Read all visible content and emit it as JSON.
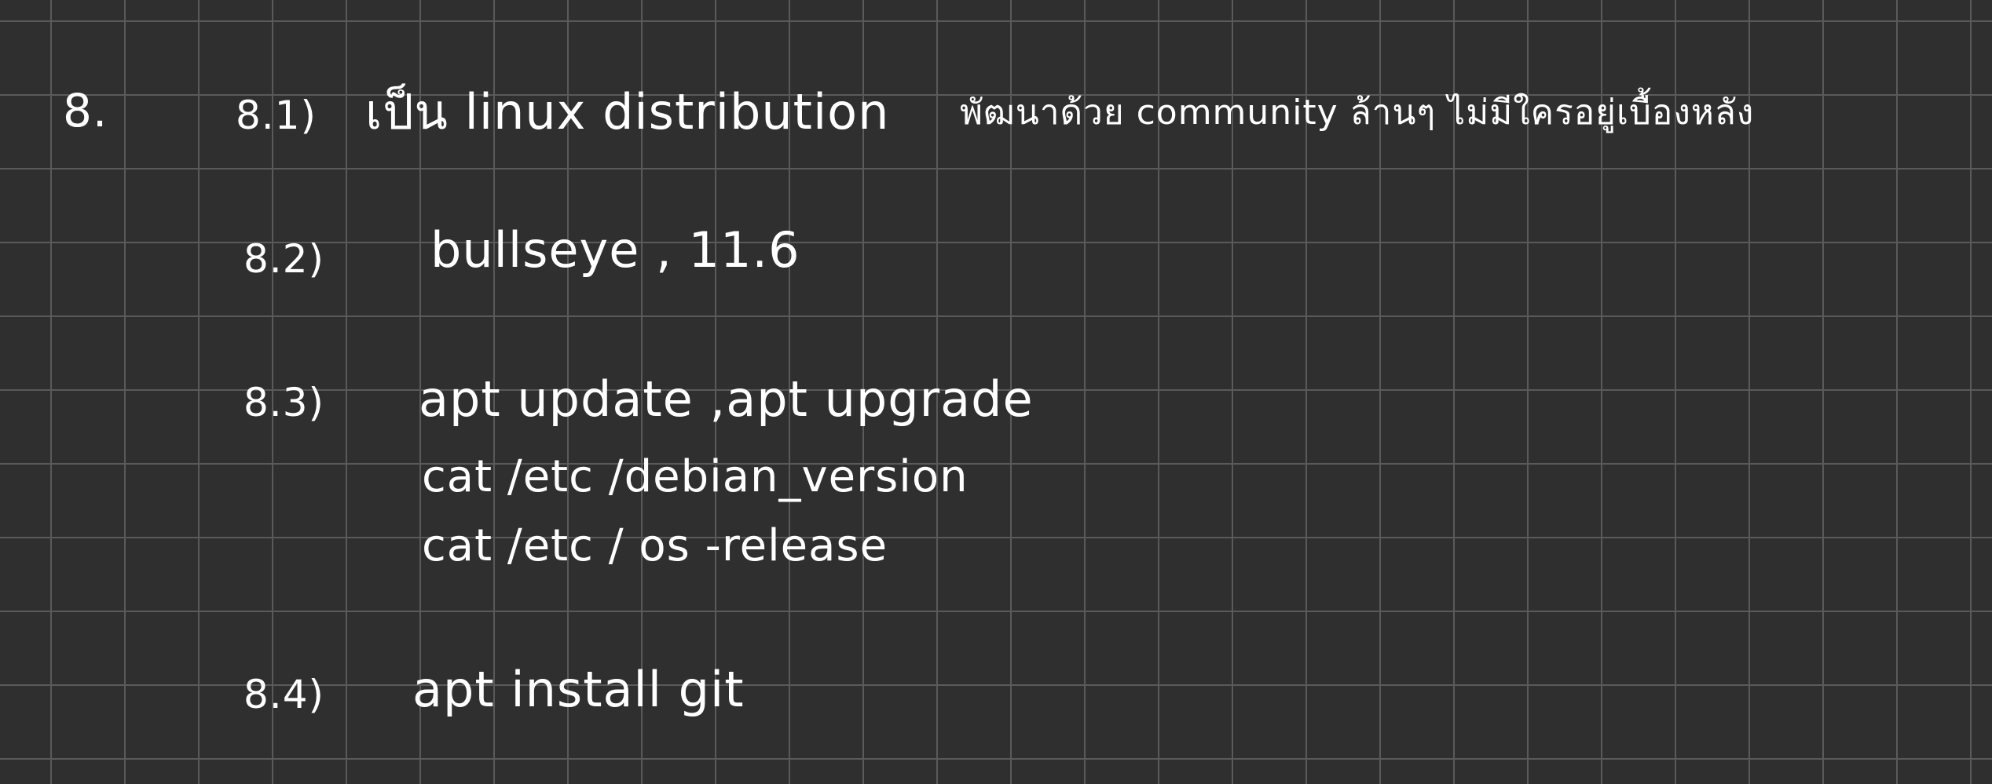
{
  "section": {
    "number": "8."
  },
  "items": [
    {
      "label": "8.1)",
      "text": "เป็น linux distribution",
      "text2": "พัฒนาด้วย community ล้านๆ ไม่มีใครอยู่เบื้องหลัง"
    },
    {
      "label": "8.2)",
      "text": "bullseye , 11.6"
    },
    {
      "label": "8.3)",
      "lines": [
        "apt update ,apt upgrade",
        "cat /etc /debian_version",
        "cat /etc / os -release"
      ]
    },
    {
      "label": "8.4)",
      "text": "apt install git"
    }
  ]
}
